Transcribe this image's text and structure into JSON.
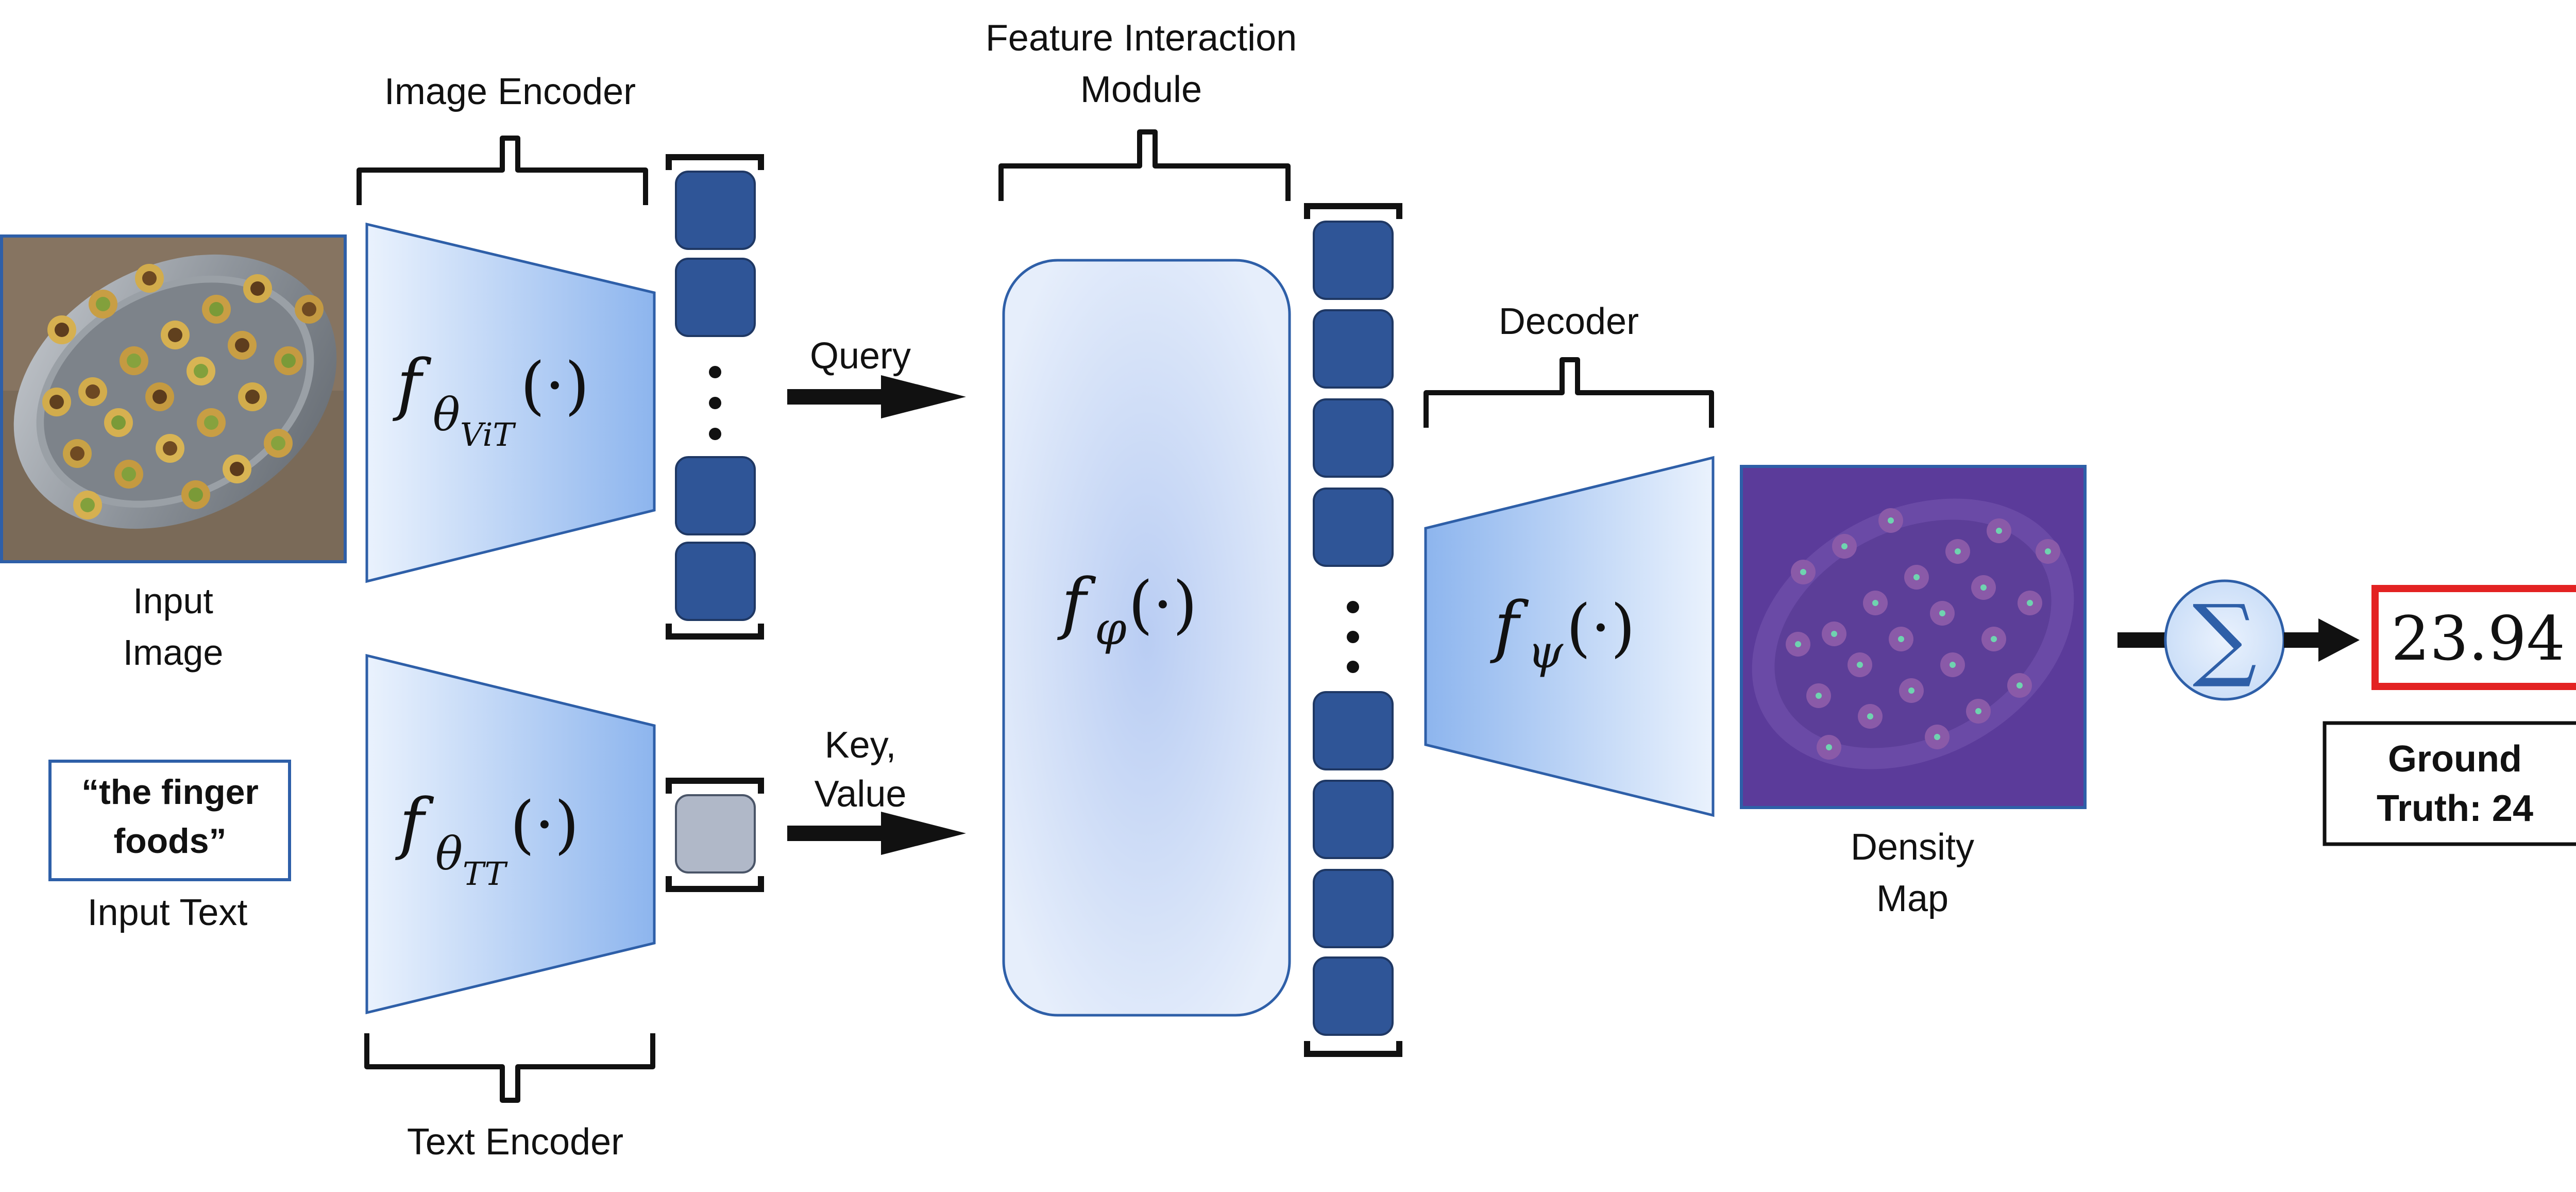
{
  "image_encoder": {
    "title": "Image Encoder",
    "func": "f",
    "sub": "θ",
    "subsub": "ViT",
    "arg": "(·)"
  },
  "text_encoder": {
    "title": "Text Encoder",
    "func": "f",
    "sub": "θ",
    "subsub": "TT",
    "arg": "(·)"
  },
  "input_image": {
    "line1": "Input",
    "line2": "Image"
  },
  "input_text": {
    "quote_line1": "“the finger",
    "quote_line2": "foods”",
    "caption": "Input Text"
  },
  "arrows": {
    "query": "Query",
    "key_line1": "Key,",
    "key_line2": "Value"
  },
  "interaction": {
    "title_line1": "Feature Interaction",
    "title_line2": "Module",
    "func": "f",
    "sub": "φ",
    "arg": "(·)"
  },
  "decoder": {
    "title": "Decoder",
    "func": "f",
    "sub": "ψ",
    "arg": "(·)"
  },
  "density_map": {
    "line1": "Density",
    "line2": "Map"
  },
  "sum": {
    "symbol": "∑"
  },
  "output": {
    "value": "23.94"
  },
  "ground_truth": {
    "line1": "Ground",
    "line2": "Truth: 24"
  },
  "colors": {
    "token_fill": "#2f5597",
    "token_stroke": "#1f3864",
    "text_token_fill": "#b0b8c8",
    "encoder_light": "#e8f0fc",
    "encoder_dark": "#8fb6ee",
    "frame_blue": "#2e5fa8",
    "output_red": "#e32222",
    "density_purple": "#5b3b9a"
  }
}
